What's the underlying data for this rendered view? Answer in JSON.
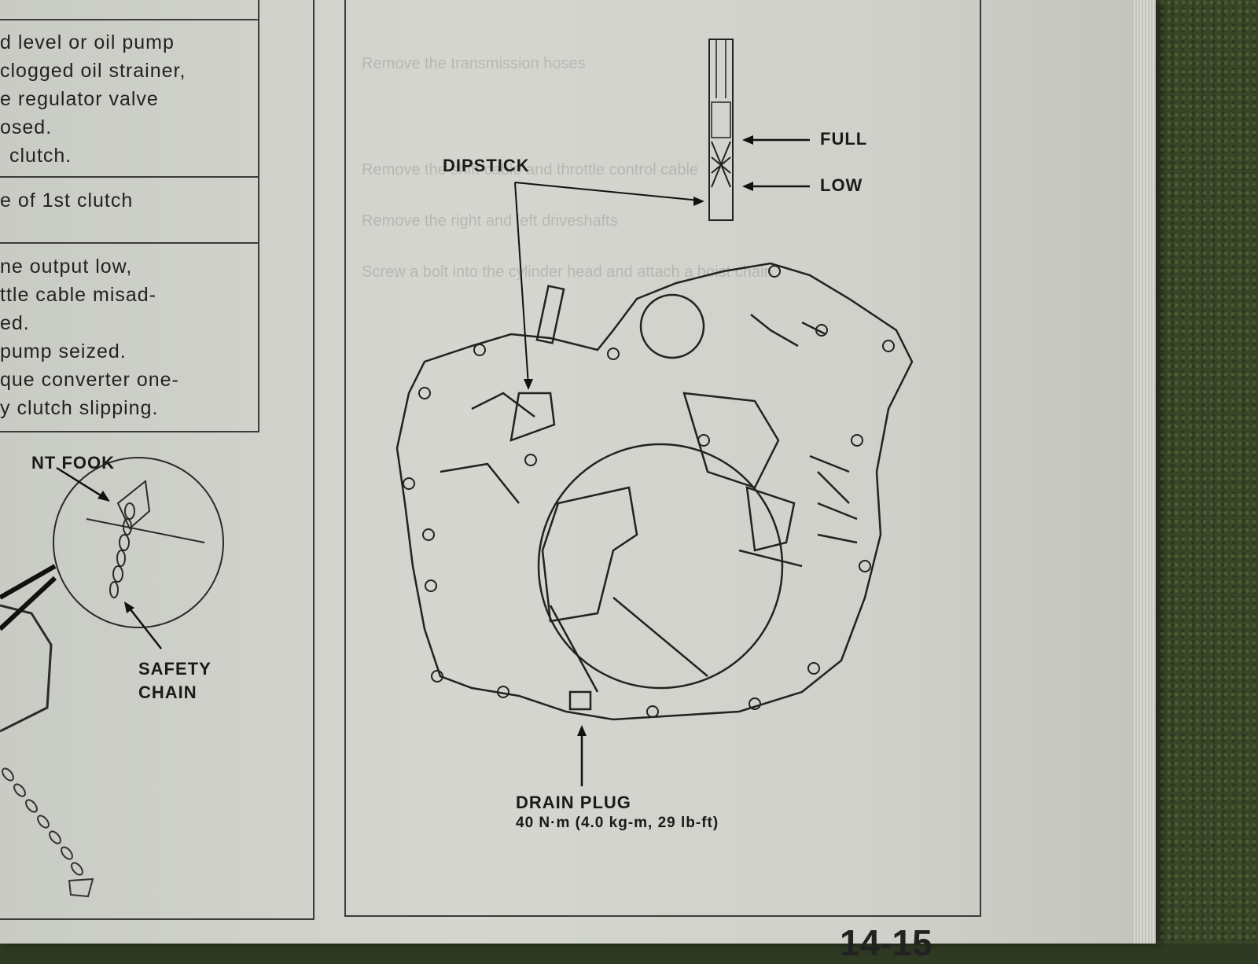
{
  "table": {
    "rows": [
      [
        "d level or oil pump",
        "clogged oil strainer,",
        "e regulator valve",
        "osed.",
        "clutch."
      ],
      [
        "e of 1st clutch"
      ],
      [
        "ne output low,",
        "ttle cable misad-",
        "ed.",
        "pump seized.",
        "que converter one-",
        "y clutch slipping."
      ]
    ]
  },
  "left_figure": {
    "hook_label": "NT FOOK",
    "chain_label": [
      "SAFETY",
      "CHAIN"
    ]
  },
  "right_figure": {
    "dipstick_label": "DIPSTICK",
    "full_label": "FULL",
    "low_label": "LOW",
    "drain_label": "DRAIN PLUG",
    "torque_label": "40 N·m (4.0 kg-m, 29 lb-ft)"
  },
  "page_number": "14-15"
}
